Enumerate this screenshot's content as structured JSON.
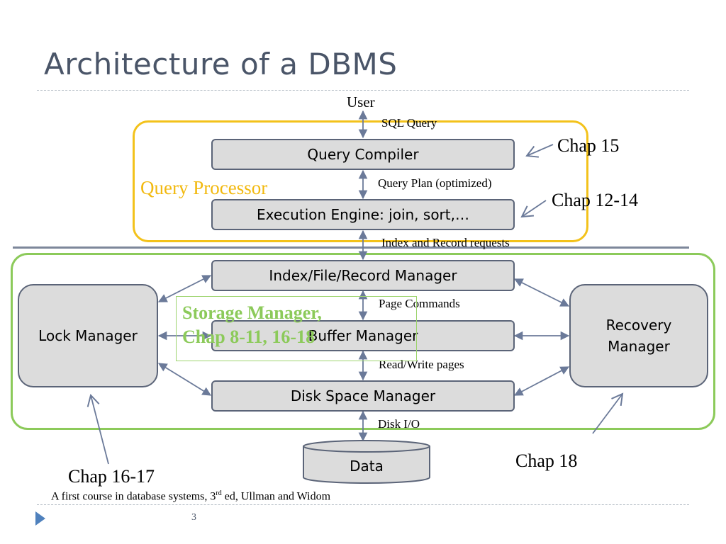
{
  "slide": {
    "title": "Architecture of a DBMS",
    "page_number": "3",
    "footnote": {
      "prefix": "A first course in database systems, 3",
      "superscript": "rd",
      "suffix": " ed, Ullman and Widom"
    }
  },
  "diagram": {
    "user_label": "User",
    "flow_labels": {
      "sql_query": "SQL Query",
      "query_plan": "Query Plan (optimized)",
      "index_record": "Index and Record requests",
      "page_commands": "Page Commands",
      "read_write": "Read/Write pages",
      "disk_io": "Disk I/O"
    },
    "components": {
      "query_compiler": "Query Compiler",
      "execution_engine": "Execution Engine: join, sort,…",
      "index_file_record": "Index/File/Record Manager",
      "buffer_manager": "Buffer Manager",
      "disk_space_manager": "Disk Space Manager",
      "lock_manager": "Lock Manager",
      "recovery_manager_line1": "Recovery",
      "recovery_manager_line2": "Manager",
      "data": "Data"
    },
    "groups": {
      "query_processor": "Query Processor",
      "storage_manager_line1": "Storage Manager,",
      "storage_manager_line2": "Chap 8-11, 16-18"
    },
    "chapter_refs": {
      "query_compiler": "Chap 15",
      "execution_engine": "Chap 12-14",
      "lock_manager": "Chap 16-17",
      "recovery_manager": "Chap 18"
    },
    "colors": {
      "query_processor": "#f3c21b",
      "storage_manager": "#8cca5a",
      "box_fill": "#dcdcdc",
      "box_border": "#5b6478",
      "arrow": "#6b7a99"
    }
  }
}
